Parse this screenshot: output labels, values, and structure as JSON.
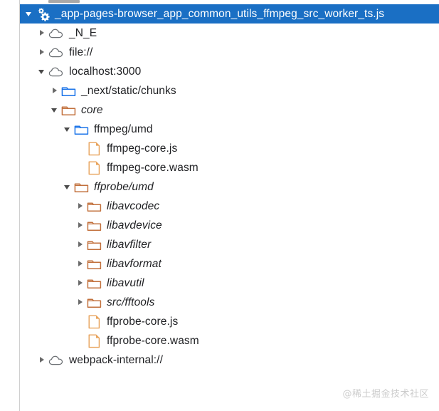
{
  "panel": {
    "name": "sources-page-tree",
    "selected_row_color": "#1a6fc4",
    "folder_blue": "#1a73e8",
    "folder_orange": "#c2703c",
    "file_orange": "#e8a35c",
    "cloud_gray": "#5f6368"
  },
  "watermark": "@稀土掘金技术社区",
  "tree": [
    {
      "label": "_app-pages-browser_app_common_utils_ffmpeg_src_worker_ts.js",
      "icon": "gears-icon",
      "indent": 0,
      "state": "open",
      "selected": true,
      "italic": false,
      "kind": "worker-script"
    },
    {
      "label": "_N_E",
      "icon": "cloud-icon",
      "indent": 1,
      "state": "closed",
      "selected": false,
      "italic": false,
      "kind": "frame"
    },
    {
      "label": "file://",
      "icon": "cloud-icon",
      "indent": 1,
      "state": "closed",
      "selected": false,
      "italic": false,
      "kind": "frame"
    },
    {
      "label": "localhost:3000",
      "icon": "cloud-icon",
      "indent": 1,
      "state": "open",
      "selected": false,
      "italic": false,
      "kind": "frame"
    },
    {
      "label": "_next/static/chunks",
      "icon": "folder-blue-icon",
      "indent": 2,
      "state": "closed",
      "selected": false,
      "italic": false,
      "kind": "folder"
    },
    {
      "label": "core",
      "icon": "folder-orange-icon",
      "indent": 2,
      "state": "open",
      "selected": false,
      "italic": true,
      "kind": "folder"
    },
    {
      "label": "ffmpeg/umd",
      "icon": "folder-blue-icon",
      "indent": 3,
      "state": "open",
      "selected": false,
      "italic": false,
      "kind": "folder"
    },
    {
      "label": "ffmpeg-core.js",
      "icon": "file-icon",
      "indent": 4,
      "state": "none",
      "selected": false,
      "italic": false,
      "kind": "file"
    },
    {
      "label": "ffmpeg-core.wasm",
      "icon": "file-icon",
      "indent": 4,
      "state": "none",
      "selected": false,
      "italic": false,
      "kind": "file"
    },
    {
      "label": "ffprobe/umd",
      "icon": "folder-orange-icon",
      "indent": 3,
      "state": "open",
      "selected": false,
      "italic": true,
      "kind": "folder"
    },
    {
      "label": "libavcodec",
      "icon": "folder-orange-icon",
      "indent": 4,
      "state": "closed",
      "selected": false,
      "italic": true,
      "kind": "folder"
    },
    {
      "label": "libavdevice",
      "icon": "folder-orange-icon",
      "indent": 4,
      "state": "closed",
      "selected": false,
      "italic": true,
      "kind": "folder"
    },
    {
      "label": "libavfilter",
      "icon": "folder-orange-icon",
      "indent": 4,
      "state": "closed",
      "selected": false,
      "italic": true,
      "kind": "folder"
    },
    {
      "label": "libavformat",
      "icon": "folder-orange-icon",
      "indent": 4,
      "state": "closed",
      "selected": false,
      "italic": true,
      "kind": "folder"
    },
    {
      "label": "libavutil",
      "icon": "folder-orange-icon",
      "indent": 4,
      "state": "closed",
      "selected": false,
      "italic": true,
      "kind": "folder"
    },
    {
      "label": "src/fftools",
      "icon": "folder-orange-icon",
      "indent": 4,
      "state": "closed",
      "selected": false,
      "italic": true,
      "kind": "folder"
    },
    {
      "label": "ffprobe-core.js",
      "icon": "file-icon",
      "indent": 4,
      "state": "none",
      "selected": false,
      "italic": false,
      "kind": "file"
    },
    {
      "label": "ffprobe-core.wasm",
      "icon": "file-icon",
      "indent": 4,
      "state": "none",
      "selected": false,
      "italic": false,
      "kind": "file"
    },
    {
      "label": "webpack-internal://",
      "icon": "cloud-icon",
      "indent": 1,
      "state": "closed",
      "selected": false,
      "italic": false,
      "kind": "frame"
    }
  ]
}
